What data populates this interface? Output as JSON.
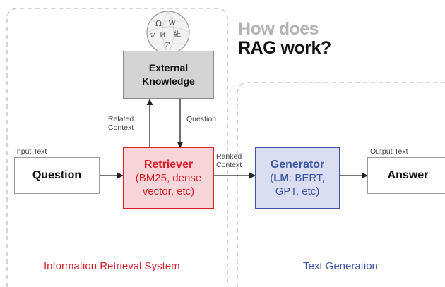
{
  "title": {
    "line1": "How does",
    "line2": "RAG work?"
  },
  "external_knowledge": {
    "line1": "External",
    "line2": "Knowledge",
    "logo": "wikipedia-globe-icon"
  },
  "labels": {
    "related_context_1": "Related",
    "related_context_2": "Context",
    "question": "Question",
    "input_text": "Input Text",
    "ranked_context_1": "Ranked",
    "ranked_context_2": "Context",
    "output_text": "Output Text"
  },
  "question_box": {
    "label": "Question"
  },
  "retriever": {
    "title": "Retriever",
    "line2": "(BM25, dense",
    "line3": "vector, etc)"
  },
  "generator": {
    "title": "Generator",
    "lm": "LM",
    "line2_rest": ": BERT,",
    "line3": "GPT, etc)"
  },
  "answer_box": {
    "label": "Answer"
  },
  "systems": {
    "retrieval": "Information Retrieval System",
    "generation": "Text Generation"
  },
  "colors": {
    "retrieval": "#d8202c",
    "generation": "#3d55a3",
    "external": "#d4d4d4",
    "title_gray": "#b3b3b3"
  }
}
